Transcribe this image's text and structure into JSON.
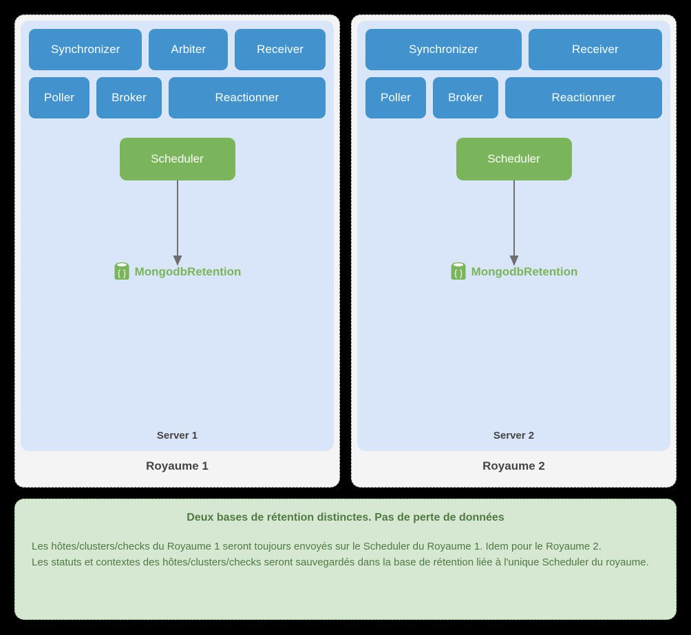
{
  "background_color": "#000000",
  "palette": {
    "daemon_blue": "#4292ce",
    "server_blue": "#d9e5f8",
    "card_grey": "#f4f4f4",
    "scheduler_green": "#7ab55c",
    "note_green": "#d6e8d2",
    "note_text_green": "#4f7a42",
    "label_grey": "#444444",
    "arrow_grey": "#6e6e6e"
  },
  "realms": [
    {
      "realm_name": "Royaume 1",
      "server_name": "Server 1",
      "daemon_rows": [
        [
          {
            "label": "Synchronizer",
            "grow": true
          },
          {
            "label": "Arbiter",
            "grow": true
          },
          {
            "label": "Receiver",
            "grow": true
          }
        ],
        [
          {
            "label": "Poller",
            "grow": false
          },
          {
            "label": "Broker",
            "grow": false
          },
          {
            "label": "Reactionner",
            "grow": true
          }
        ]
      ],
      "scheduler": {
        "label": "Scheduler"
      },
      "retention": {
        "label": "MongodbRetention",
        "icon": "database-cylinder-icon"
      }
    },
    {
      "realm_name": "Royaume 2",
      "server_name": "Server 2",
      "daemon_rows": [
        [
          {
            "label": "Synchronizer",
            "grow": true
          },
          {
            "label": "Receiver",
            "grow": true
          }
        ],
        [
          {
            "label": "Poller",
            "grow": false
          },
          {
            "label": "Broker",
            "grow": false
          },
          {
            "label": "Reactionner",
            "grow": true
          }
        ]
      ],
      "scheduler": {
        "label": "Scheduler"
      },
      "retention": {
        "label": "MongodbRetention",
        "icon": "database-cylinder-icon"
      }
    }
  ],
  "note": {
    "title": "Deux bases de rétention distinctes. Pas de perte de données",
    "body": "Les hôtes/clusters/checks du Royaume 1 seront toujours envoyés sur le Scheduler du Royaume 1. Idem pour le Royaume 2.\nLes statuts et contextes des hôtes/clusters/checks seront sauvegardés dans la base de rétention liée à l'unique Scheduler du royaume."
  }
}
